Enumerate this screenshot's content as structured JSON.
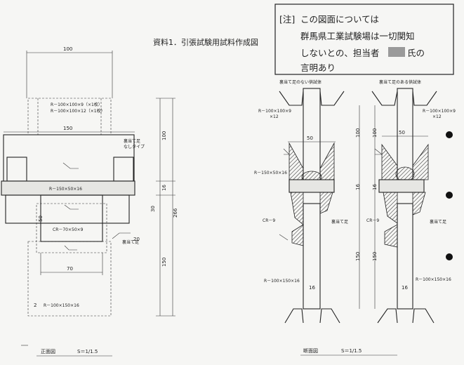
{
  "title": "資料1．引張試験用試料作成図",
  "note": {
    "bracket": "注",
    "lines": [
      "この図面については",
      "群馬県工業試験場は一切関知",
      "しないとの、担当者",
      "氏の",
      "言明あり"
    ]
  },
  "front_view": {
    "dims": {
      "top_width": "100",
      "mid_width": "150",
      "bottom_width": "70",
      "right_upper": "100",
      "right_16": "16",
      "right_30": "30",
      "right_20": "20",
      "right_150": "150",
      "overall": "266",
      "left_50": "50"
    },
    "labels": {
      "pl_a": "R－100×100×9（×1枚）",
      "pl_b": "R－100×100×12（×1枚）",
      "center_bar": "R－150×50×16",
      "channel": "CR－70×50×9",
      "bottom_plate": "R－100×150×16",
      "weld_top": "裏当て足",
      "weld_top_b": "なしタイプ",
      "weld_bottom": "裏当て足",
      "mark_2": "2"
    },
    "caption": "正面図",
    "scale": "S＝1/1.5"
  },
  "section_view": {
    "left": {
      "head_label": "裏当て足のない供試体",
      "plate_a": "R－100×100×9",
      "plate_b": "×12",
      "dim_50": "50",
      "bar": "R－150×50×16",
      "channel": "CR－9",
      "weld": "裏当て足",
      "dim_100": "100",
      "dim_16": "16",
      "dim_150": "150",
      "bottom_plate": "R－100×150×16",
      "dim_b16": "16"
    },
    "right": {
      "head_label": "裏当て足のある供試体",
      "plate_a": "R－100×100×9",
      "plate_b": "×12",
      "dim_50": "50",
      "channel": "CR－9",
      "weld": "裏当て足",
      "dim_100": "100",
      "dim_16": "16",
      "dim_150": "150",
      "bottom_plate": "R－100×150×16",
      "dim_b16": "16"
    },
    "caption": "断面図",
    "scale": "S＝1/1.5"
  }
}
